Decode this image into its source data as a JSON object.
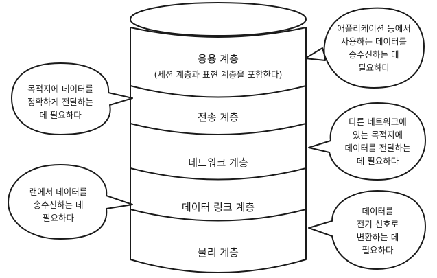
{
  "layers": [
    {
      "name": "응용 계층",
      "note": "(세션 계층과 표현 계층을 포함한다)"
    },
    {
      "name": "전송 계층"
    },
    {
      "name": "네트워크 계층"
    },
    {
      "name": "데이터 링크 계층"
    },
    {
      "name": "물리 계층"
    }
  ],
  "callouts": {
    "application": [
      "애플리케이션 등에서",
      "사용하는 데이터를",
      "송수신하는 데",
      "필요하다"
    ],
    "transport": [
      "목적지에 데이터를",
      "정확하게 전달하는",
      "데 필요하다"
    ],
    "network": [
      "다른 네트워크에",
      "있는 목적지에",
      "데이터를 전달하는",
      "데 필요하다"
    ],
    "datalink": [
      "랜에서 데이터를",
      "송수신하는 데",
      "필요하다"
    ],
    "physical": [
      "데이터를",
      "전기 신호로",
      "변환하는 데",
      "필요하다"
    ]
  }
}
